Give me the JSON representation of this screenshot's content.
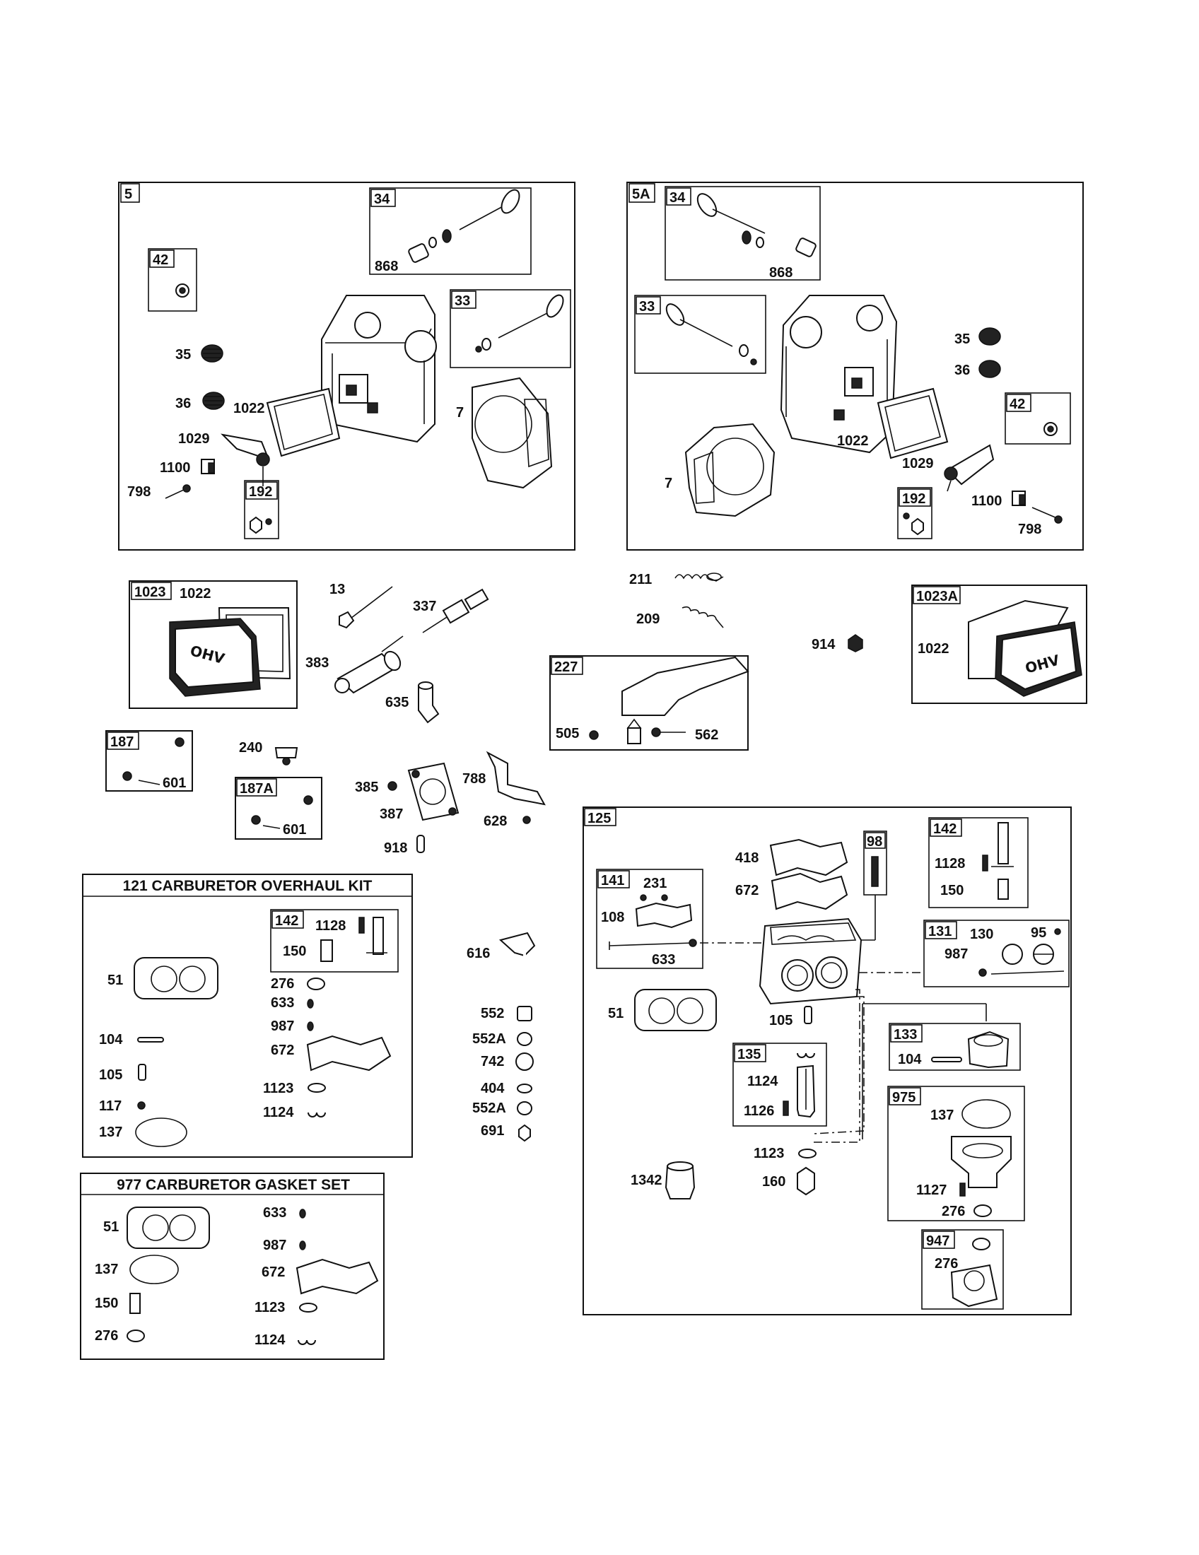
{
  "page": {
    "background": "#ffffff",
    "ink": "#111111"
  },
  "kits": {
    "carb_overhaul": "121 CARBURETOR OVERHAUL KIT",
    "carb_gasket": "977 CARBURETOR GASKET SET"
  },
  "tags": {
    "t5": "5",
    "t5a": "5A",
    "t34a": "34",
    "t33a": "33",
    "t42a": "42",
    "t192a": "192",
    "t34b": "34",
    "t33b": "33",
    "t42b": "42",
    "t192b": "192",
    "t1023": "1023",
    "t1023a": "1023A",
    "t227": "227",
    "t187": "187",
    "t187a": "187A",
    "t142a": "142",
    "t125": "125",
    "t141": "141",
    "t98": "98",
    "t142b": "142",
    "t131": "131",
    "t133": "133",
    "t135": "135",
    "t975": "975",
    "t947": "947"
  },
  "labels": {
    "l868a": "868",
    "l35a": "35",
    "l36a": "36",
    "l1022a": "1022",
    "l7a": "7",
    "l1029a": "1029",
    "l1100a": "1100",
    "l798a": "798",
    "l868b": "868",
    "l35b": "35",
    "l36b": "36",
    "l1022b": "1022",
    "l7b": "7",
    "l1029b": "1029",
    "l1100b": "1100",
    "l798b": "798",
    "l1022c": "1022",
    "l13": "13",
    "l337": "337",
    "l383": "383",
    "l635": "635",
    "l211": "211",
    "l209": "209",
    "l505": "505",
    "l562": "562",
    "l914": "914",
    "l1022d": "1022",
    "l240": "240",
    "l601a": "601",
    "l601b": "601",
    "l385": "385",
    "l387": "387",
    "l788": "788",
    "l628": "628",
    "l918": "918",
    "k1128": "1128",
    "k150": "150",
    "k51": "51",
    "k276": "276",
    "k633": "633",
    "k987": "987",
    "k104": "104",
    "k672": "672",
    "k105": "105",
    "k117": "117",
    "k1123": "1123",
    "k1124": "1124",
    "k137": "137",
    "m616": "616",
    "m552": "552",
    "m552a": "552A",
    "m742": "742",
    "m404": "404",
    "m552a2": "552A",
    "m691": "691",
    "g51": "51",
    "g633": "633",
    "g987": "987",
    "g137": "137",
    "g672": "672",
    "g150": "150",
    "g1123": "1123",
    "g276": "276",
    "g1124": "1124",
    "c418": "418",
    "c672": "672",
    "c231": "231",
    "c108": "108",
    "c633": "633",
    "c1128": "1128",
    "c150": "150",
    "c130": "130",
    "c95": "95",
    "c987": "987",
    "c51": "51",
    "c105": "105",
    "c104": "104",
    "c1124": "1124",
    "c1126": "1126",
    "c137": "137",
    "c1123": "1123",
    "c160": "160",
    "c1342": "1342",
    "c1127": "1127",
    "c276": "276",
    "c276b": "276"
  }
}
